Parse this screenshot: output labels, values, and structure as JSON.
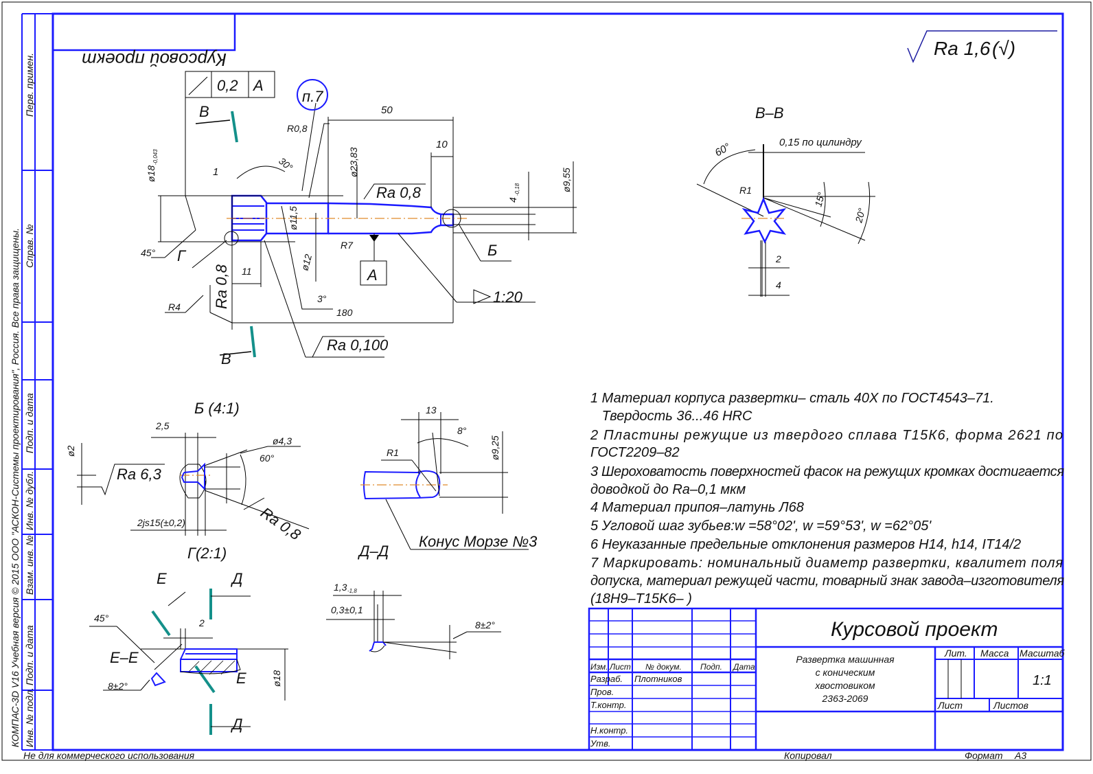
{
  "sheet": {
    "format_label": "Формат",
    "format_value": "А3",
    "copied_label": "Копировал",
    "non_commercial": "Не для коммерческого использования",
    "copyright": "КОМПАС-3D V16 Учебная версия  © 2015 ООО \"АСКОН-Системы проектирования\", Россия. Все права защищены.",
    "mirrored_stamp": "Курсовой проект",
    "side_cells": [
      "Перв. примен.",
      "Справ. №",
      "Подп. и дата",
      "Инв. № дубл.",
      "Взам. инв. №",
      "Подп. и дата",
      "Инв. № подл."
    ]
  },
  "roughness_general": {
    "value": "Ra 1,6",
    "suffix": "(√)"
  },
  "main_view": {
    "tolerance_frame": [
      "↗",
      "0,2",
      "А"
    ],
    "callout": "п.7",
    "section_mark": "В",
    "dims": {
      "d18": "ø18",
      "d18_tol": "-0,043",
      "len1": "1",
      "r08": "R0,8",
      "ang30": "30°",
      "len50": "50",
      "d2383": "ø23,83",
      "len10": "10",
      "ra08": "Ra 0,8",
      "d115": "ø11,5",
      "d12": "ø12",
      "r7": "R7",
      "datum": "А",
      "ang45": "45°",
      "g_mark": "Г",
      "len11": "11",
      "ra08v": "Ra 0,8",
      "r4": "R4",
      "ang3": "3°",
      "len180": "180",
      "ra0100": "Ra 0,100",
      "taper": "1:20",
      "b_mark": "Б",
      "t4": "4",
      "t4_tol": "-0,18",
      "d955": "ø9,55"
    }
  },
  "section_vv": {
    "title": "В–В",
    "ang60": "60°",
    "note": "0,15 по цилиндру",
    "r1": "R1",
    "ang15": "15°",
    "ang20": "20°",
    "dim2": "2",
    "dim4": "4"
  },
  "detail_b": {
    "title": "Б (4:1)",
    "d2": "ø2",
    "len25": "2,5",
    "d43": "ø4,3",
    "ang60": "60°",
    "ra63": "Ra 6,3",
    "ra08": "Ra 0,8",
    "js15": "2js15(±0,2)"
  },
  "tail_view": {
    "len13": "13",
    "ang8": "8°",
    "r1": "R1",
    "d925": "ø9,25",
    "morse": "Конус Морзе №3"
  },
  "detail_g": {
    "title": "Г(2:1)",
    "e_mark": "Е",
    "d_mark": "Д",
    "ang45": "45°",
    "len2": "2",
    "section_ee": "Е–Е",
    "ang8": "8±2°",
    "d18": "ø18"
  },
  "section_dd": {
    "title": "Д–Д",
    "dim13": "1,3",
    "dim13_tol": "-1,8",
    "dim03": "0,3±0,1",
    "ang8": "8±2°"
  },
  "notes": [
    "1 Материал корпуса развертки– сталь 40Х по ГОСТ4543–71.",
    "   Твердость 36...46 HRC",
    "2  Пластины  режущие  из  твердого  сплава  Т15К6,  форма  2621  по",
    "ГОСТ2209–82",
    "3 Шероховатость поверхностей фасок на режущих кромках достигается",
    "доводкой до Ra–0,1 мкм",
    "4 Материал припоя–латунь Л68",
    "5 Угловой шаг зубьев:w =58°02', w =59°53', w =62°05'",
    "6 Неуказанные предельные отклонения размеров H14, h14, IT14/2",
    "7  Маркировать:  номинальный  диаметр  развертки,  квалитет  поля",
    "допуска, материал режущей части, товарный знак завода–изготовителя",
    "(18H9–T15K6– )"
  ],
  "title_block": {
    "title": "Курсовой проект",
    "part_name": [
      "Развертка машинная",
      "с коническим",
      "хвостовиком",
      "2363-2069"
    ],
    "headers": [
      "Изм.",
      "Лист",
      "№ докум.",
      "Подп.",
      "Дата"
    ],
    "roles": [
      "Разраб.",
      "Пров.",
      "Т.контр.",
      "",
      "Н.контр.",
      "Утв."
    ],
    "developer": "Плотников",
    "lit_label": "Лит.",
    "mass_label": "Масса",
    "scale_label": "Масштаб",
    "scale_value": "1:1",
    "sheet_label": "Лист",
    "sheets_label": "Листов"
  }
}
